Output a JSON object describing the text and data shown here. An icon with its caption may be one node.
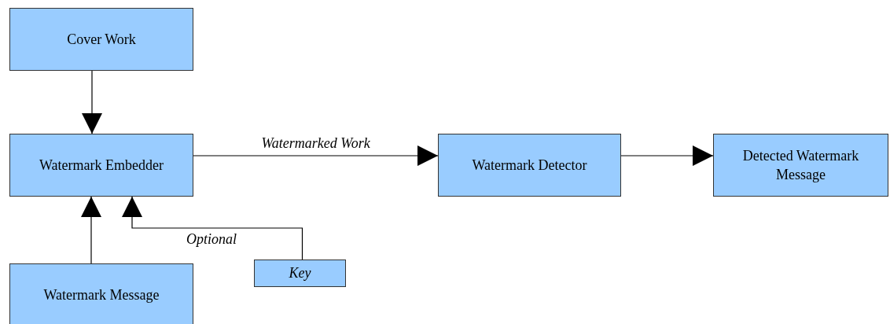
{
  "diagram": {
    "nodes": [
      {
        "text": [
          "Cover Work"
        ]
      },
      {
        "text": [
          "Watermark Embedder"
        ]
      },
      {
        "text": [
          "Watermark Detector"
        ]
      },
      {
        "text": [
          "Detected Watermark Message"
        ]
      },
      {
        "text": [
          "Watermark Message"
        ]
      },
      {
        "text": [
          "Key"
        ]
      }
    ],
    "edges": [
      {
        "from": 0,
        "to": 1,
        "arrow": "to"
      },
      {
        "from": 1,
        "to": 2,
        "arrow": "to",
        "label": "Watermarked Work"
      },
      {
        "from": 2,
        "to": 3,
        "arrow": "to"
      },
      {
        "from": 4,
        "to": 1,
        "arrow": "to"
      },
      {
        "from": 5,
        "to": 1,
        "arrow": "to",
        "label": "Optional"
      }
    ]
  }
}
